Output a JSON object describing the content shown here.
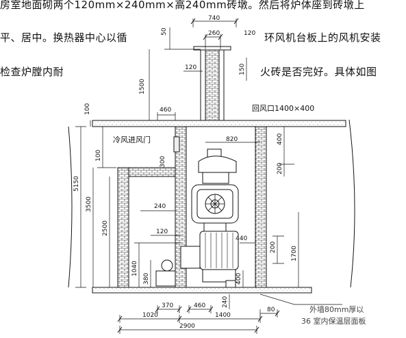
{
  "paragraph": {
    "line1": "房室地面砌两个120mm×240mm×高240mm砖墩。然后将炉体座到砖墩上",
    "line2a": "平、居中。换热器中心以循",
    "line2b": "环风机台板上的风机安装",
    "line3a": "检查炉膛内耐",
    "line3b": "火砖是否完好。具体如图"
  },
  "drawing": {
    "labels": {
      "return_air": "回风口1400×400",
      "cold_air_door": "冷风进风门",
      "note_line1": "外墙80mm厚以",
      "note_line2": "36 室内保温层面板"
    },
    "dims": {
      "d740": "740",
      "d260": "260",
      "d120_top": "120",
      "d50": "50",
      "d1500": "1500",
      "d120_mid": "120",
      "d150": "150",
      "d100_top": "100",
      "d460_top": "460",
      "d820": "820",
      "d400_upper": "400",
      "d200_upper": "200",
      "d5150": "5150",
      "d100_left": "100",
      "d300": "300",
      "d3500": "3500",
      "d2500": "2500",
      "d240": "240",
      "d120_low": "120",
      "d440": "440",
      "d200_lower": "200",
      "d1700": "1700",
      "d1040": "1040",
      "d380": "380",
      "d400_lower": "400",
      "d240_bottom": "240",
      "d370": "370",
      "d460_bottom": "460",
      "d1020": "1020",
      "d1400": "1400",
      "d80": "80",
      "d2900": "2900"
    }
  }
}
